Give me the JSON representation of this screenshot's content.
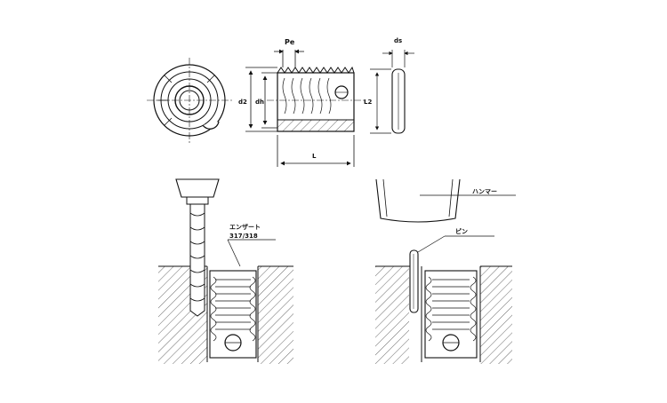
{
  "labels": {
    "pe": "Pe",
    "ds_top": "ds",
    "d2": "d2",
    "dh": "dh",
    "l2": "L2",
    "l": "L",
    "hammer": "ハンマー",
    "insert": "エンザート",
    "insert_model": "317/318",
    "pin": "ピン"
  },
  "colors": {
    "line": "#111111",
    "hatch": "#333333",
    "fill_light": "#f2f2f2"
  }
}
